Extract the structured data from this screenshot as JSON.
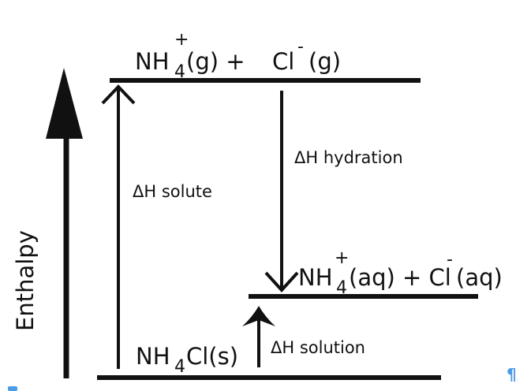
{
  "axis": {
    "label": "Enthalpy"
  },
  "levels": {
    "top": {
      "species1": "NH",
      "sub1": "4",
      "sup1": "+",
      "state1": "(g) +",
      "species2": "Cl",
      "sup2": "-",
      "state2": "(g)"
    },
    "middle": {
      "species1": "NH",
      "sub1": "4",
      "sup1": "+",
      "state1": "(aq) + Cl",
      "sup2": "-",
      "state2": "(aq)"
    },
    "bottom": {
      "species": "NH",
      "sub": "4",
      "rest": "Cl(s)"
    }
  },
  "arrows": {
    "solute": "ΔH solute",
    "hydration": "ΔH hydration",
    "solution": "ΔH solution"
  },
  "marks": {
    "pilcrow": "¶"
  },
  "colors": {
    "ink": "#111111",
    "mark": "#4a9be8"
  }
}
